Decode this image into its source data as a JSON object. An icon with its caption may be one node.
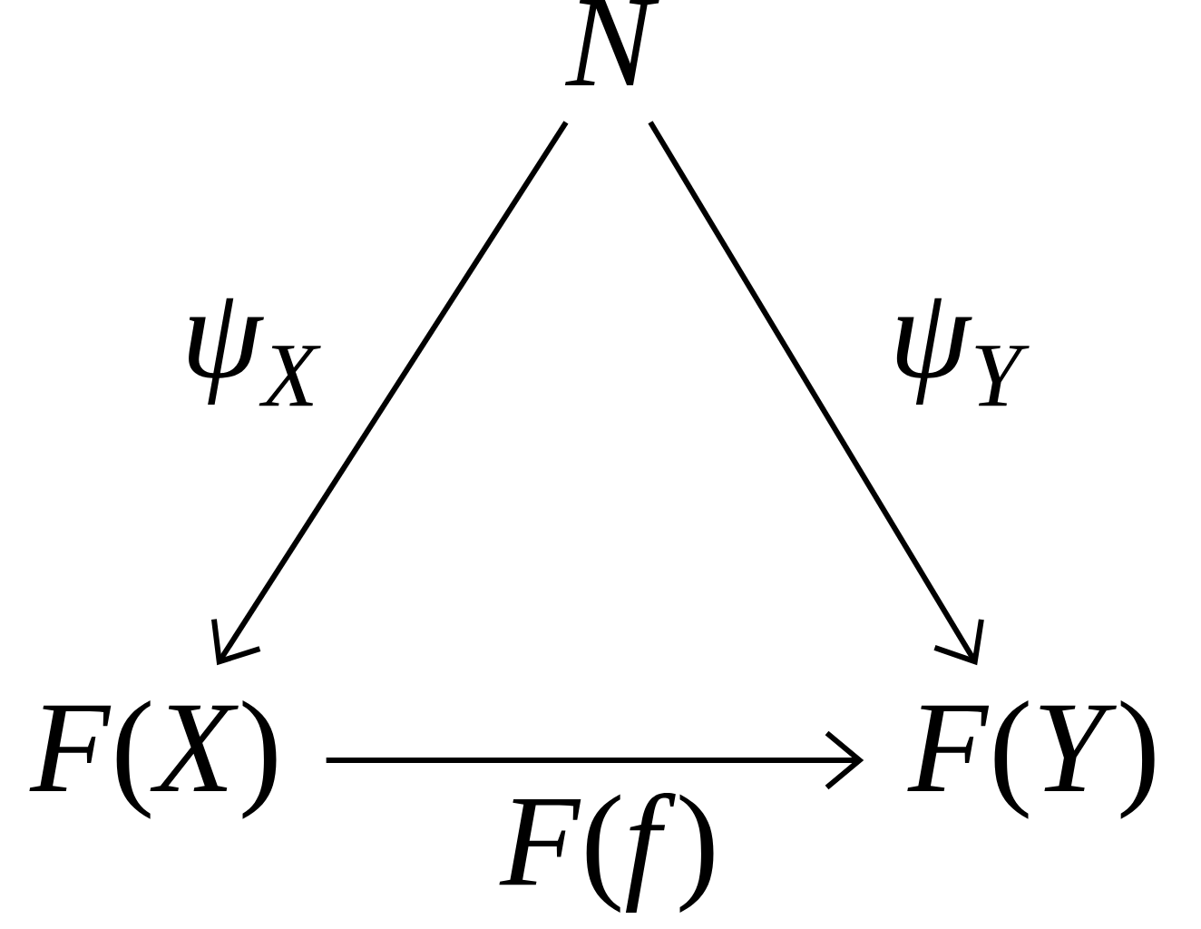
{
  "diagram": {
    "nodes": [
      {
        "text": [
          "N"
        ]
      },
      {
        "text": [
          "*F*(*X*)"
        ]
      },
      {
        "text": [
          "*F*(*Y*)"
        ]
      }
    ],
    "edges": [
      {
        "from": 0,
        "to": 1,
        "arrow": "to",
        "label": "ψ$_{X}$"
      },
      {
        "from": 0,
        "to": 2,
        "arrow": "to",
        "label": "ψ$_{Y}$"
      },
      {
        "from": 1,
        "to": 2,
        "arrow": "to",
        "label": "*F*(*f*)"
      }
    ]
  }
}
